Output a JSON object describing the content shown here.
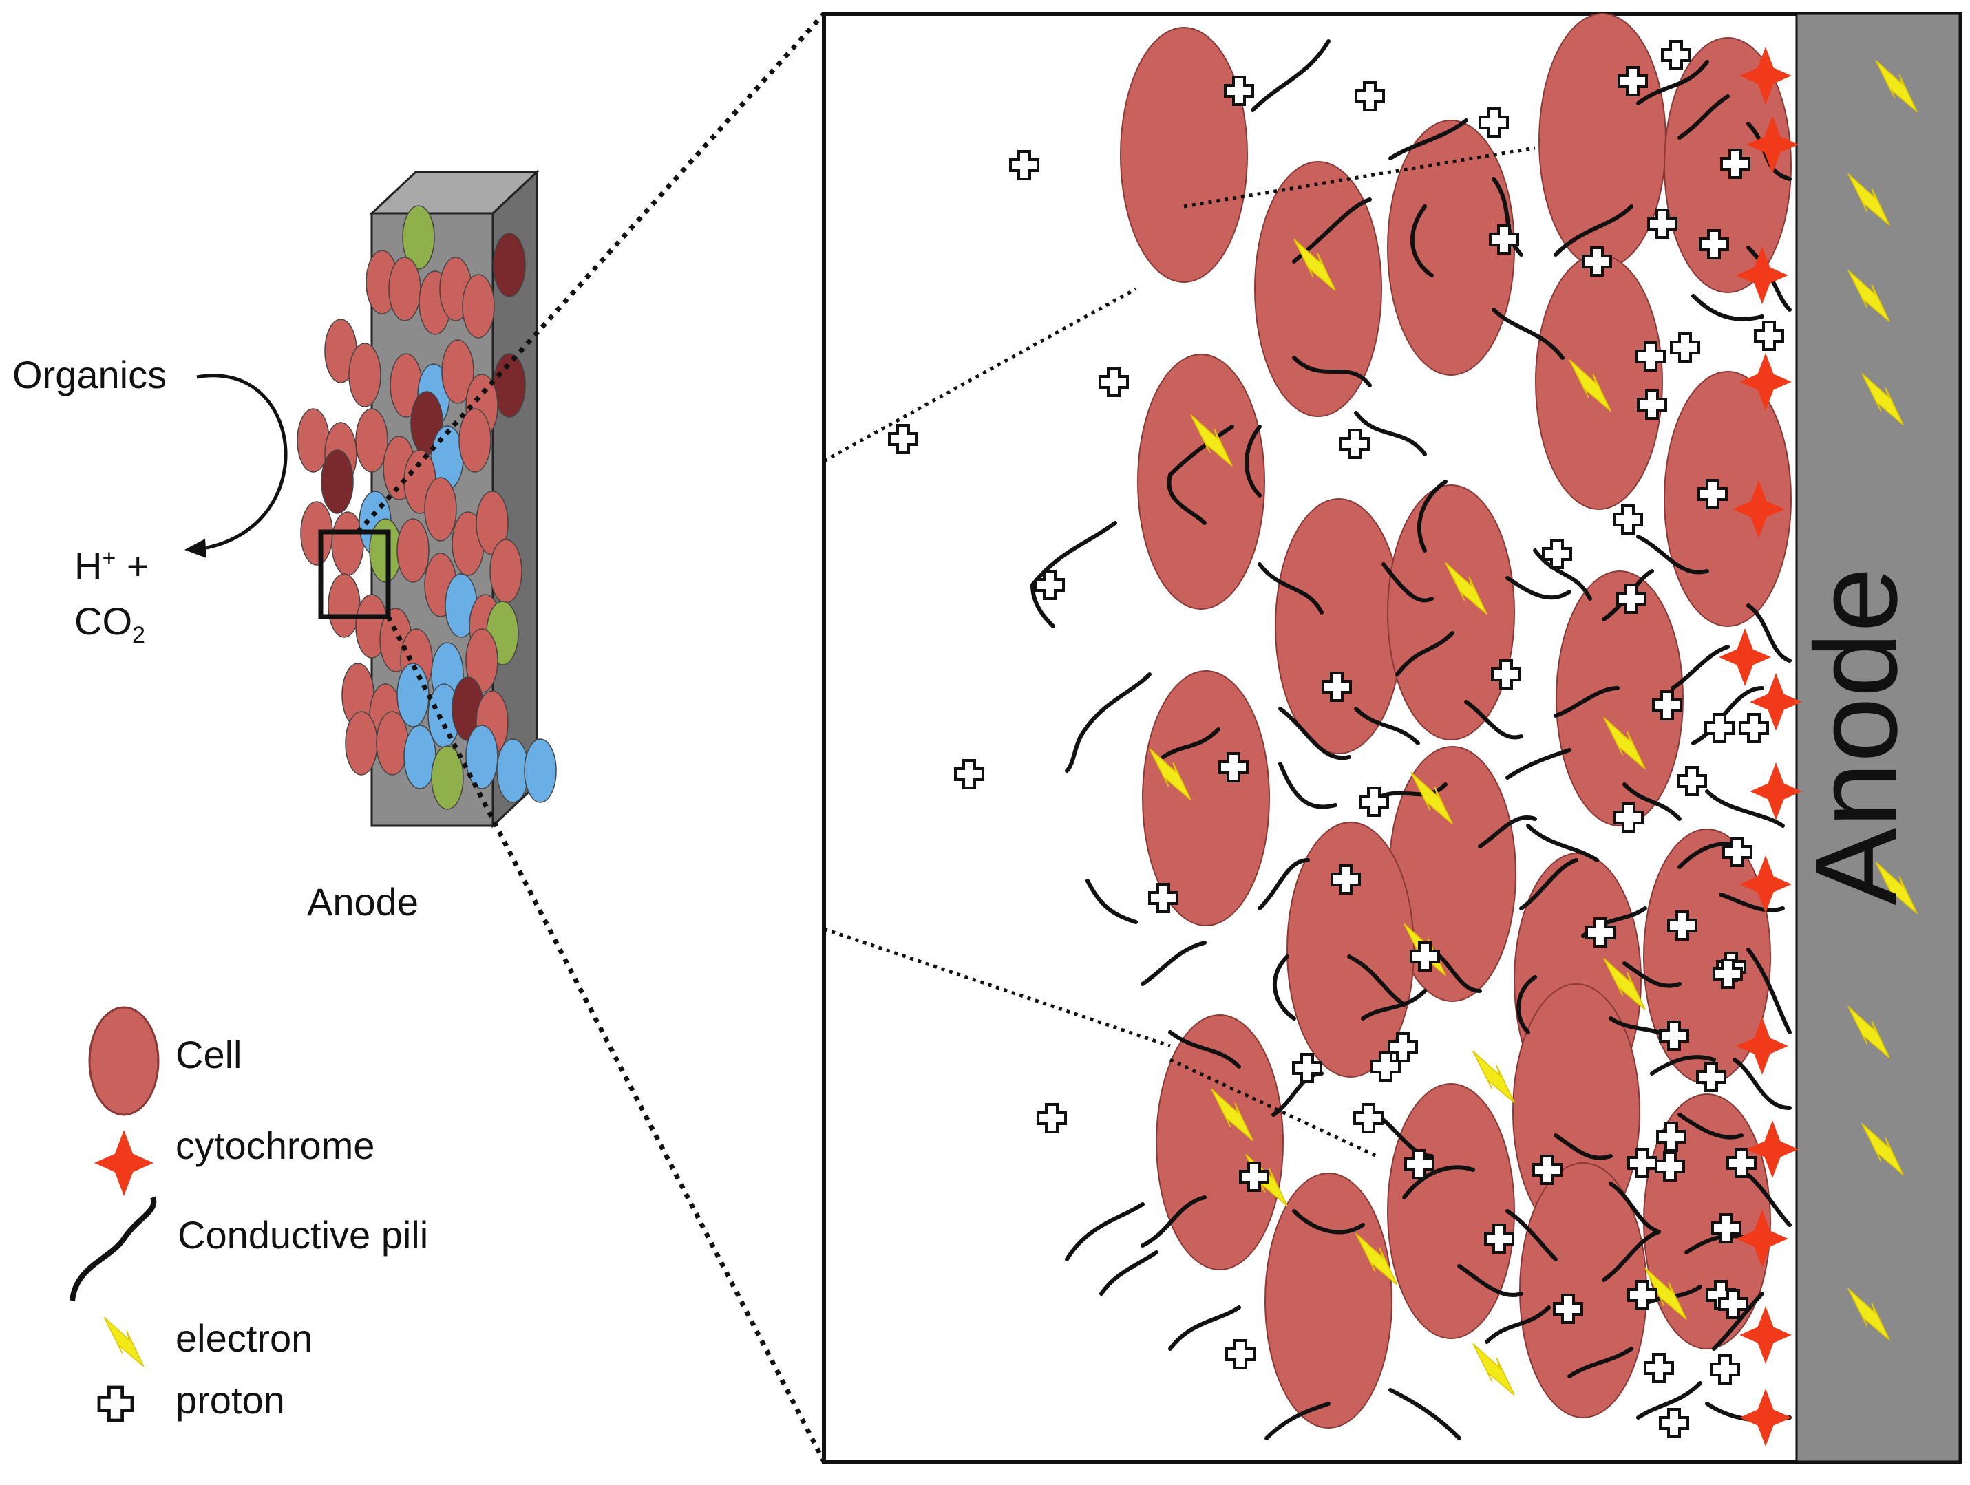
{
  "labels": {
    "organics": "Organics",
    "h_plus": "H",
    "h_sup": "+",
    "plus": " +",
    "co2_main": "CO",
    "co2_sub": "2",
    "anode_small": "Anode",
    "anode_big": "Anode"
  },
  "legend": [
    {
      "key": "cell",
      "label": "Cell"
    },
    {
      "key": "cytochrome",
      "label": "cytochrome"
    },
    {
      "key": "pili",
      "label": "Conductive pili"
    },
    {
      "key": "electron",
      "label": "electron"
    },
    {
      "key": "proton",
      "label": "proton"
    }
  ],
  "colors": {
    "cell": "#c9625c",
    "cell_dark": "#7a2a2c",
    "cell_blue": "#6aaee6",
    "cell_green": "#8fb04a",
    "cytochrome": "#f03a1a",
    "electron": "#f2ea18",
    "anode": "#8a8a8a",
    "pili": "#111111"
  }
}
